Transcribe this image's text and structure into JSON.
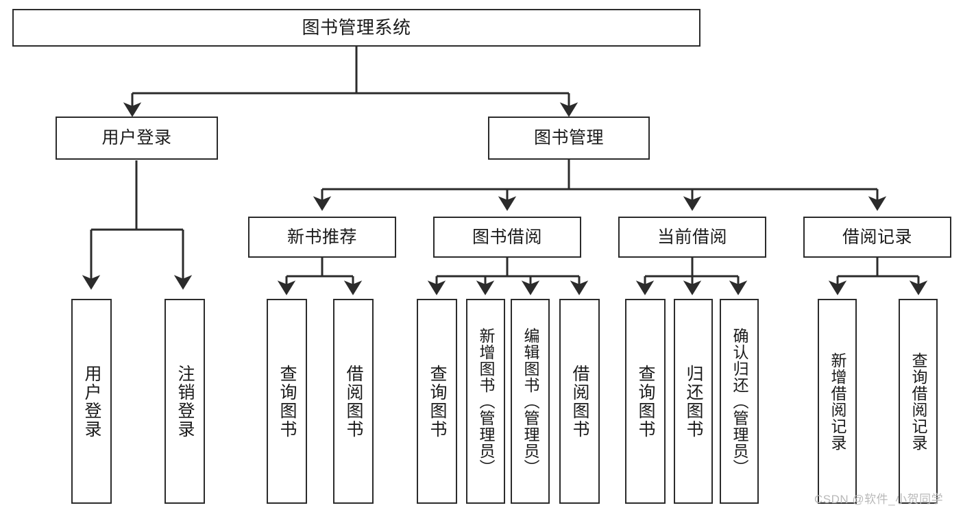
{
  "diagram": {
    "title_text": "图书管理系统",
    "type": "tree-hierarchy-chart",
    "line_color": "#2b2b2b",
    "box_fill": "#ffffff",
    "text_color": "#1a1a1a"
  },
  "root": {
    "label": "图书管理系统"
  },
  "level2": [
    {
      "label": "用户登录"
    },
    {
      "label": "图书管理"
    }
  ],
  "level3": [
    {
      "label": "新书推荐"
    },
    {
      "label": "图书借阅"
    },
    {
      "label": "当前借阅"
    },
    {
      "label": "借阅记录"
    }
  ],
  "leaves": {
    "user_login": [
      {
        "label": "用户登录"
      },
      {
        "label": "注销登录"
      }
    ],
    "new_book_recommend": [
      {
        "label": "查询图书"
      },
      {
        "label": "借阅图书"
      }
    ],
    "book_borrow": [
      {
        "label": "查询图书"
      },
      {
        "label": "新增图书（管理员）"
      },
      {
        "label": "编辑图书（管理员）"
      },
      {
        "label": "借阅图书"
      }
    ],
    "current_borrow": [
      {
        "label": "查询图书"
      },
      {
        "label": "归还图书"
      },
      {
        "label": "确认归还（管理员）"
      }
    ],
    "borrow_record": [
      {
        "label": "新增借阅记录"
      },
      {
        "label": "查询借阅记录"
      }
    ]
  },
  "watermark": {
    "text": "CSDN @软件_小贺同学"
  }
}
